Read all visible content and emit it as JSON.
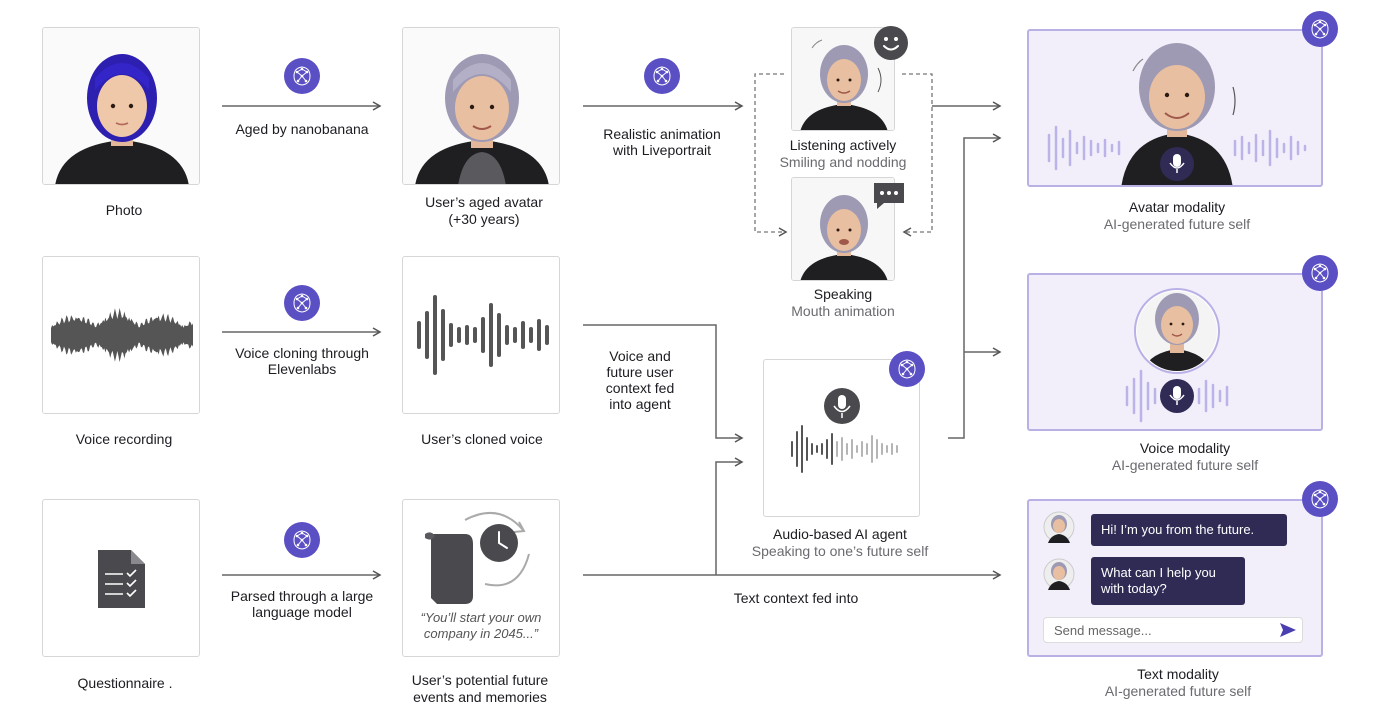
{
  "inputs": {
    "photo": "Photo",
    "voice_recording": "Voice recording",
    "questionnaire": "Questionnaire ."
  },
  "steps": {
    "aged": "Aged by nanobanana",
    "voice_clone_1": "Voice cloning through",
    "voice_clone_2": "Elevenlabs",
    "parsed_1": "Parsed through a large",
    "parsed_2": "language model",
    "animation_1": "Realistic animation",
    "animation_2": "with Liveportrait",
    "voice_context_1": "Voice and",
    "voice_context_2": "future user",
    "voice_context_3": "context fed",
    "voice_context_4": "into agent",
    "text_context": "Text context fed into"
  },
  "outputs": {
    "aged_avatar_1": "User’s aged avatar",
    "aged_avatar_2": "(+30 years)",
    "cloned_voice": "User’s cloned voice",
    "events_1": "User’s potential future",
    "events_2": "events and memories",
    "quote_1": "“You’ll start your own",
    "quote_2": "company in 2045...”"
  },
  "states": {
    "listening_title": "Listening actively",
    "listening_sub": "Smiling and nodding",
    "speaking_title": "Speaking",
    "speaking_sub": "Mouth animation"
  },
  "agent": {
    "title": "Audio-based AI agent",
    "sub": "Speaking to one’s future self"
  },
  "modalities": {
    "avatar_title": "Avatar modality",
    "avatar_sub": "AI-generated future self",
    "voice_title": "Voice modality",
    "voice_sub": "AI-generated future self",
    "text_title": "Text modality",
    "text_sub": "AI-generated future self"
  },
  "chat": {
    "msg1": "Hi! I’m you from the future.",
    "msg2_1": "What can I help you",
    "msg2_2": "with today?",
    "placeholder": "Send message..."
  },
  "colors": {
    "accent": "#5b4fc4",
    "card_tint": "#f2effb",
    "card_border": "#b9b0e6",
    "bubble": "#2f2b55"
  },
  "icons": {
    "badge": "brain-network-icon",
    "mic": "microphone-icon",
    "document": "checklist-document-icon",
    "clock": "clock-cycle-icon",
    "smile": "smile-icon",
    "chat": "chat-dots-icon",
    "send": "send-arrow-icon"
  }
}
